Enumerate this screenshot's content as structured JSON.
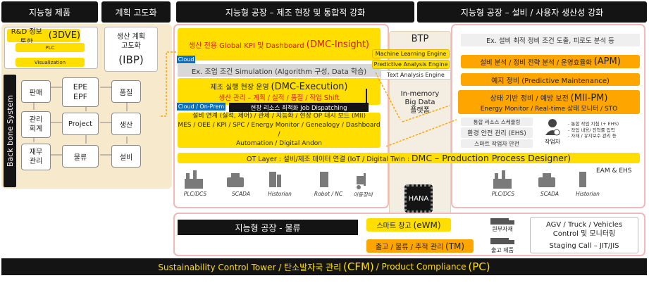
{
  "headers": {
    "intelligent_product": "지능형 제품",
    "planning": "계획 고도화",
    "factory_field": "지능형 공장 – 제조 현장 및 통합적 강화",
    "factory_equipment": "지능형 공장 – 설비 / 사용자 생산성 강화"
  },
  "product": {
    "rnd": "R&D 정보 통합",
    "rnd_code": "(3DVE)",
    "plc": "PLC",
    "visualization": "Visualization"
  },
  "planning": {
    "title": "생산 계획\n고도화",
    "code": "(IBP)"
  },
  "backbone": {
    "label": "Back bone System",
    "items": [
      "판매",
      "EPE\nEPF",
      "품질",
      "관리\n회계",
      "Project",
      "생산",
      "재무\n관리",
      "물류",
      "설비"
    ]
  },
  "dmc_insight": {
    "prefix": "생산 전용 Global KPI 및 Dashboard",
    "code": "(DMC-Insight)"
  },
  "cloud_badge": "Cloud",
  "simulation": "Ex. 조업 조건 Simulation (Algorithm 구성, Data 학습)",
  "execution": {
    "title": "제조 실행 현장 운영",
    "code": "(DMC-Execution)",
    "sub": "생산 관리 – 계획 / 실적 / 품질 / 작업 Shift"
  },
  "cloud_onprem": "Cloud / On-Prem",
  "dispatching": "현장 리소스 최적화 Job Dispatching",
  "mii": {
    "line1": "설비 연계 (실적, 제어) / 관제 / 지능화 / 현장 OP 대시 보드 (MII)",
    "line2": "MES / OEE / KPI / SPC / Energy Monitor / Genealogy / Dashboard /",
    "line3": "Automation / Digital Andon"
  },
  "btp": {
    "title": "BTP",
    "engines": [
      "Machine Learning Engine",
      "Predictive Analysis Engine",
      "Text Analysis Engine"
    ],
    "inmemory": "In-memory\nBig Data\n플랫폼"
  },
  "equipment": {
    "ex_analysis": "Ex. 설비 최적 정비 조건 도출, 피로도 분석 등",
    "apm_prefix": "설비 분석 / 정비 전략 분석 / 운영효율화",
    "apm_code": "(APM)",
    "predictive": "예지 정비 (Predictive Maintenance)",
    "mii_pm_prefix": "상태 기반 정비 / 예방 보전",
    "mii_pm_code": "(MII-PM)",
    "mii_pm_sub": "Energy Monitor / Real-time 상태 모니터 / STO",
    "resource_sched": "통합 리소스 스케줄링",
    "ehs": "환경 안전 관리 (EHS)",
    "smart_worker": "스마트 작업자 안전",
    "worker_label": "작업자",
    "worker_notes": [
      "- 통합 작업 지침 (+ EHS)",
      "- 작업 내용/ 진척률 입력",
      "- 자재 / 유지보수 관리 등"
    ]
  },
  "ot_layer": {
    "prefix": "OT Layer : 설비/제조 데이터 연결 (IoT / Digital Twin :",
    "code": "DMC – Production Process Designer)"
  },
  "eam": "EAM & EHS",
  "field_devices_left": [
    "PLC/DCS",
    "SCADA",
    "Historian",
    "Robot / NC",
    "이동장비"
  ],
  "field_devices_right": [
    "PLC/DCS",
    "SCADA",
    "Historian"
  ],
  "hana": "HANA",
  "logistics": {
    "title": "지능형 공장 - 물류",
    "ewm_prefix": "스마트 창고",
    "ewm_code": "(eWM)",
    "tm_prefix": "출고 / 물류 / 추적 관리",
    "tm_code": "(TM)",
    "raw_material": "원부자재",
    "shipping_product": "출고 제품",
    "agv": "AGV / Truck / Vehicles\nControl 및 모니터링",
    "staging": "Staging Call – JIT/JIS"
  },
  "sustainability": {
    "p1": "Sustainability Control Tower / 탄소발자국 관리",
    "c1": "(CFM)",
    "p2": "/ Product Compliance",
    "c2": "(PC)"
  },
  "colors": {
    "yellow": "#ffde00",
    "orange": "#ffa500",
    "header": "#141414",
    "red": "#d21a1a"
  }
}
